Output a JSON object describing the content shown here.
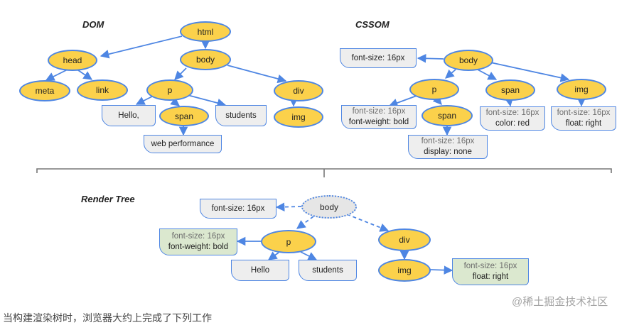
{
  "sections": {
    "dom_title": "DOM",
    "cssom_title": "CSSOM",
    "render_title": "Render Tree"
  },
  "dom": {
    "html": "html",
    "head": "head",
    "body": "body",
    "meta": "meta",
    "link": "link",
    "p": "p",
    "div": "div",
    "hello": "Hello,",
    "span": "span",
    "students": "students",
    "img": "img",
    "web_performance": "web performance"
  },
  "cssom": {
    "body": "body",
    "body_style": "font-size: 16px",
    "p": "p",
    "span_top": "span",
    "img": "img",
    "p_style_1": "font-size: 16px",
    "p_style_2": "font-weight: bold",
    "span_nested": "span",
    "span_top_style_1": "font-size: 16px",
    "span_top_style_2": "color: red",
    "img_style_1": "font-size: 16px",
    "img_style_2": "float: right",
    "span_nested_style_1": "font-size: 16px",
    "span_nested_style_2": "display: none"
  },
  "render": {
    "body": "body",
    "body_style": "font-size: 16px",
    "p": "p",
    "p_style_1": "font-size: 16px",
    "p_style_2": "font-weight: bold",
    "div": "div",
    "hello": "Hello",
    "students": "students",
    "img": "img",
    "img_style_1": "font-size: 16px",
    "img_style_2": "float: right"
  },
  "watermark": "@稀土掘金技术社区",
  "caption": "当构建渲染树时，浏览器大约上完成了下列工作"
}
